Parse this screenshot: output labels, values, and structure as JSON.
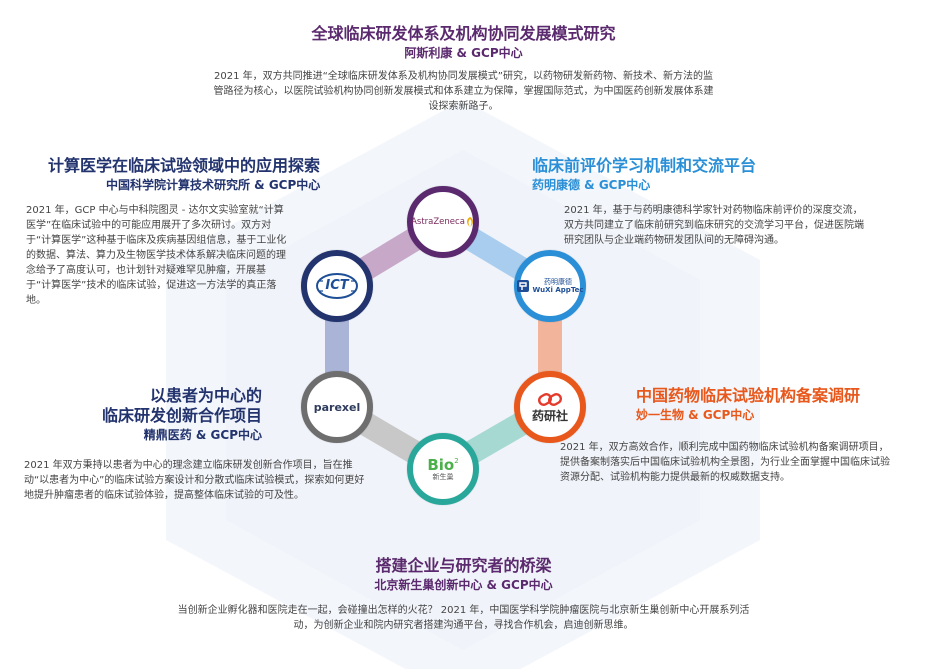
{
  "colors": {
    "purple": "#5b2a6e",
    "navy": "#22336e",
    "blue": "#2a8fd6",
    "orange": "#e8581c",
    "teal": "#2aa79b",
    "gray": "#8a8a8a"
  },
  "sections": {
    "global": {
      "title": "全球临床研发体系及机构协同发展模式研究",
      "subtitle": "阿斯利康 & GCP中心",
      "body": "2021 年，双方共同推进“全球临床研发体系及机构协同发展模式”研究，以药物研发新药物、新技术、新方法的监管路径为核心，以医院试验机构协同创新发展模式和体系建立为保障，掌握国际范式，为中国医药创新发展体系建设探索新路子。"
    },
    "computational": {
      "title": "计算医学在临床试验领域中的应用探索",
      "subtitle": "中国科学院计算技术研究所 & GCP中心",
      "body": "2021 年，GCP 中心与中科院图灵 - 达尔文实验室就“计算医学”在临床试验中的可能应用展开了多次研讨。双方对于“计算医学”这种基于临床及疾病基因组信息，基于工业化的数据、算法、算力及生物医学技术体系解决临床问题的理念给予了高度认可，也计划针对疑难罕见肿瘤，开展基于“计算医学”技术的临床试验，促进这一方法学的真正落地。"
    },
    "preclinical": {
      "title": "临床前评价学习机制和交流平台",
      "subtitle": "药明康德 & GCP中心",
      "body": "2021 年，基于与药明康德科学家针对药物临床前评价的深度交流，双方共同建立了临床前研究到临床研究的交流学习平台，促进医院端研究团队与企业端药物研发团队间的无障碍沟通。"
    },
    "patient": {
      "title_line1": "以患者为中心的",
      "title_line2": "临床研发创新合作项目",
      "subtitle": "精鼎医药 & GCP中心",
      "body": "2021 年双方秉持以患者为中心的理念建立临床研发创新合作项目，旨在推动“以患者为中心”的临床试验方案设计和分散式临床试验模式，探索如何更好地提升肿瘤患者的临床试验体验，提高整体临床试验的可及性。"
    },
    "registry": {
      "title": "中国药物临床试验机构备案调研",
      "subtitle": "妙一生物 & GCP中心",
      "body": "2021 年，双方高效合作，顺利完成中国药物临床试验机构备案调研项目，提供备案制落实后中国临床试验机构全景图，为行业全面掌握中国临床试验资源分配、试验机构能力提供最新的权威数据支持。"
    },
    "bridge": {
      "title": "搭建企业与研究者的桥梁",
      "subtitle": "北京新生巢创新中心 & GCP中心",
      "body": "当创新企业孵化器和医院走在一起，会碰撞出怎样的火花？ 2021 年，中国医学科学院肿瘤医院与北京新生巢创新中心开展系列活动，为创新企业和院内研究者搭建沟通平台，寻找合作机会，启迪创新思维。"
    }
  },
  "logos": {
    "astrazeneca": {
      "text": "AstraZeneca",
      "icon": "astrazeneca-swirl-icon"
    },
    "wuxi": {
      "text_cn": "药明康德",
      "text_en": "WuXi AppTec",
      "icon": "wuxi-logo-icon"
    },
    "yaoyanshe": {
      "text": "药研社",
      "icon": "chain-link-icon"
    },
    "bio": {
      "text": "Bio",
      "sup": "2",
      "text_cn": "新生巢",
      "icon": "bio-logo-icon"
    },
    "parexel": {
      "text": "parexel",
      "icon": "parexel-logo-icon"
    },
    "ict": {
      "text": "ICT",
      "icon": "ict-logo-icon"
    }
  }
}
